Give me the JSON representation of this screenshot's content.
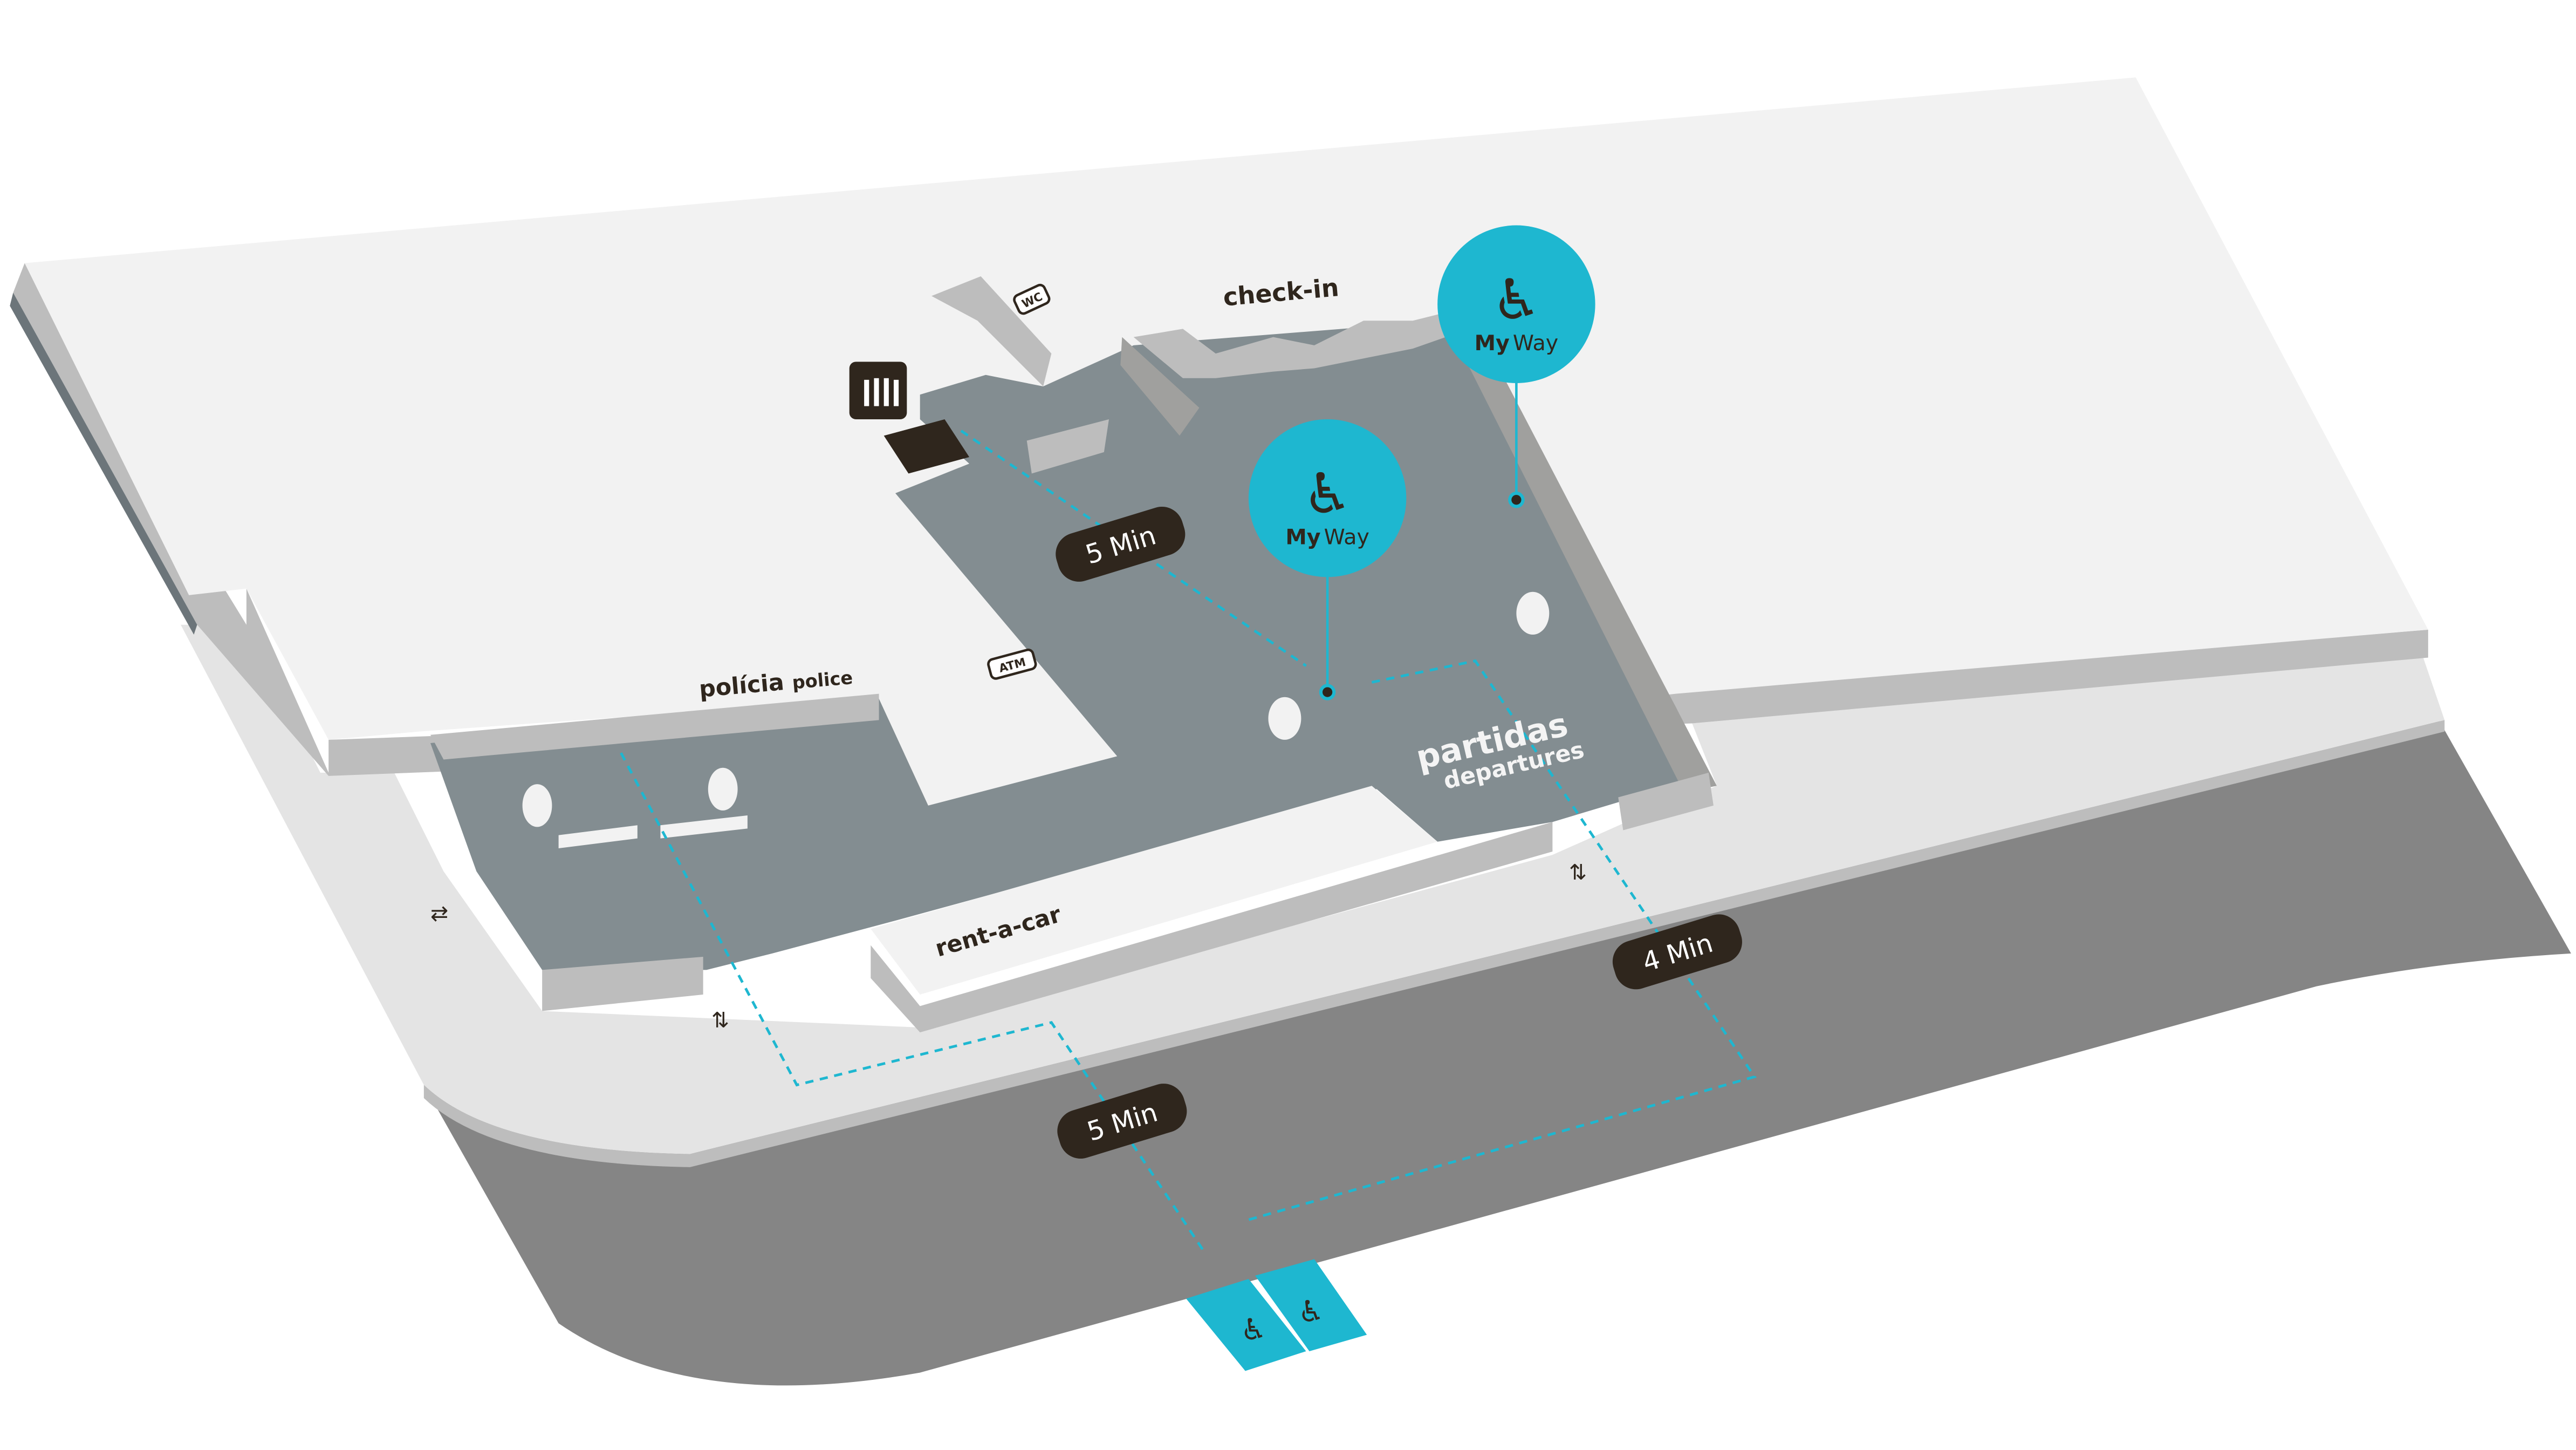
{
  "map": {
    "labels": {
      "checkin": "check-in",
      "policia": "polícia",
      "police": "police",
      "rentacar": "rent-a-car",
      "partidas": "partidas",
      "departures": "departures",
      "wc": "WC",
      "atm": "ATM"
    },
    "myway_points": [
      {
        "my": "My",
        "way": "Way"
      },
      {
        "my": "My",
        "way": "Way"
      }
    ],
    "walk_times": [
      "5 Min",
      "5 Min",
      "4 Min"
    ],
    "colors": {
      "accent": "#1eb7d0",
      "badge": "#2f261d",
      "floor": "#838d91",
      "road": "#858585",
      "platform": "#f2f2f2"
    }
  }
}
